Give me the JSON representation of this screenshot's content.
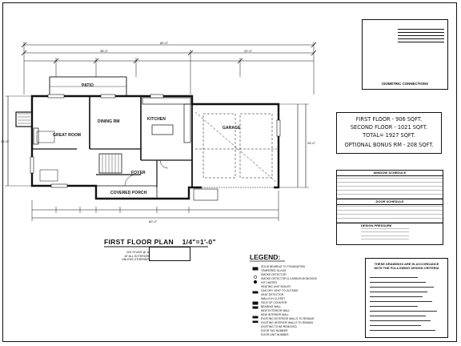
{
  "plan": {
    "title": "FIRST FLOOR PLAN",
    "scale": "1/4\"=1'-0\"",
    "note_lines": [
      "2X4 STUDS @ 16\" O.C.",
      "AT ALL EXTERIOR WALLS",
      "UNLESS OTHERWISE NOTED"
    ],
    "rooms": {
      "patio": "PATIO",
      "dining": "DINING RM",
      "kitchen": "KITCHEN",
      "great_room": "GREAT ROOM",
      "garage": "GARAGE",
      "foyer": "FOYER",
      "covered_porch": "COVERED PORCH"
    },
    "dims": {
      "overall_top": "60'-0\"",
      "top_left": "38'-0\"",
      "top_right": "22'-0\"",
      "bottom_overall": "60'-0\"",
      "left_overall": "26'-0\"",
      "right_overall": "26'-0\""
    }
  },
  "areas": {
    "lines": [
      "FIRST FLOOR - 906 SQFT.",
      "SECOND FLOOR - 1021 SQFT.",
      "TOTAL= 1927 SQFT.",
      "OPTIONAL BONUS RM - 208 SQFT."
    ]
  },
  "isometric": {
    "title": "ISOMETRIC CONNECTIONS"
  },
  "schedule": {
    "window_title": "WINDOW SCHEDULE",
    "door_title": "DOOR SCHEDULE",
    "pressure_title": "DESIGN PRESSURE"
  },
  "legend": {
    "title": "LEGEND:",
    "items": [
      "SOLID BEARING TO FOUNDATION",
      "TEMPERED GLASS",
      "SMOKE DETECTOR",
      "SMOKE DETECTOR & CARBON MONOXIDE",
      "HOT WATER",
      "HEATING UNIT BOILER",
      "GAS DRY VENT TO OUTSIDE",
      "HEAT DETECTOR",
      "WALLS IN CLOSET",
      "FACE OF COUNTER",
      "BEARING WALL",
      "NEW EXTERIOR WALL",
      "NEW INTERIOR WALL",
      "EXISTING EXTERIOR WALLS TO REMAIN",
      "EXISTING INTERIOR WALLS TO REMAIN",
      "EXISTING TO BE REMOVED",
      "DOOR TAG NUMBER",
      "DOOR UNIT NUMBER"
    ]
  },
  "criteria": {
    "header": "THESE DRAWINGS ARE IN ACCORDANCE WITH THE FOLLOWING DESIGN CRITERIA"
  }
}
